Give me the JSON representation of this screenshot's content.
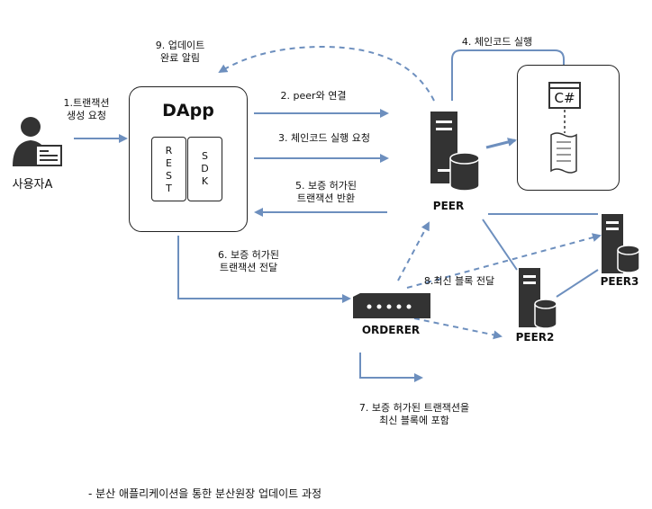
{
  "user": {
    "label": "사용자A"
  },
  "dapp": {
    "title": "DApp",
    "rest_letters": [
      "R",
      "E",
      "S",
      "T"
    ],
    "sdk_letters": [
      "S",
      "D",
      "K"
    ]
  },
  "nodes": {
    "peer": "PEER",
    "peer2": "PEER2",
    "peer3": "PEER3",
    "orderer": "ORDERER"
  },
  "chaincode": {
    "code_label": "C#"
  },
  "steps": {
    "s1": [
      "1.트랜잭션",
      "생성 요청"
    ],
    "s2": "2. peer와 연결",
    "s3": "3. 체인코드 실행 요청",
    "s4": "4. 체인코드 실행",
    "s5": [
      "5. 보증 허가된",
      "트랜잭션 반환"
    ],
    "s6": [
      "6. 보증 허가된",
      "트랜잭션 전달"
    ],
    "s7": [
      "7. 보증 허가된 트랜잭션을",
      "최신 블록에 포함"
    ],
    "s8": "8.최신 블록 전달",
    "s9": [
      "9. 업데이트",
      "완료 알림"
    ]
  },
  "footer": "- 분산 애플리케이션을 통한 분산원장 업데이트 과정",
  "colors": {
    "arrow": "#6d8fbe",
    "dark": "#222222"
  }
}
